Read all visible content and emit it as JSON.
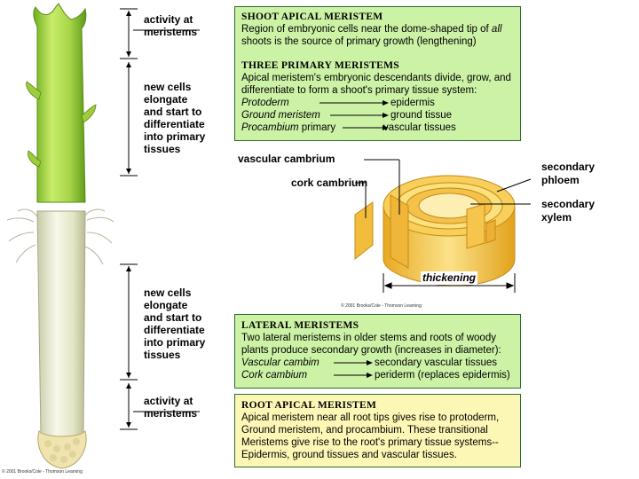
{
  "side_labels": {
    "shoot_activity": [
      "activity at",
      "meristems"
    ],
    "shoot_elongate": [
      "new cells",
      "elongate",
      "and start to",
      "differentiate",
      "into primary",
      "tissues"
    ],
    "root_elongate": [
      "new cells",
      "elongate",
      "and start to",
      "differentiate",
      "into primary",
      "tissues"
    ],
    "root_activity": [
      "activity at",
      "meristems"
    ]
  },
  "shoot_apical": {
    "title": "SHOOT APICAL MERISTEM",
    "text_before": "Region of embryonic cells near the dome-shaped tip of ",
    "text_em": "all",
    "text_after": " shoots is the source of primary growth (lengthening)"
  },
  "three_primary": {
    "title": "THREE PRIMARY MERISTEMS",
    "text": "Apical meristem's embryonic descendants divide, grow, and differentiate to form a shoot's primary tissue system:",
    "rows": [
      {
        "left": "Protoderm",
        "left_extra": "",
        "right": "epidermis"
      },
      {
        "left": "Ground meristem",
        "left_extra": "",
        "right": "ground tissue"
      },
      {
        "left": "Procambium",
        "left_extra": " primary",
        "right": "vascular tissues"
      }
    ]
  },
  "diagram_labels": {
    "vascular_cambrium": "vascular cambrium",
    "cork_cambrium": "cork cambrium",
    "secondary_phloem": [
      "secondary",
      "phloem"
    ],
    "secondary_xylem": [
      "secondary",
      "xylem"
    ],
    "thickening": "thickening"
  },
  "lateral": {
    "title": "LATERAL MERISTEMS",
    "text": "Two lateral meristems in older stems and roots of woody plants produce secondary growth (increases in diameter):",
    "rows": [
      {
        "left": "Vascular cambim",
        "right": "secondary vascular tissues"
      },
      {
        "left": "Cork cambium",
        "right": "periderm (replaces epidermis)"
      }
    ]
  },
  "root_apical": {
    "title": "ROOT APICAL MERISTEM",
    "text": "Apical meristem near all root tips gives rise to protoderm, Ground meristem, and procambium. These transitional Meristems give rise to the root's primary tissue systems-- Epidermis, ground tissues and vascular tissues."
  },
  "copyright": {
    "left": "© 2001 Brooks/Cole - Thomson Learning",
    "diagram": "© 2001 Brooks/Cole - Thomson Learning"
  },
  "colors": {
    "green_box": "#ccf2a6",
    "yellow_box": "#fdf7b6",
    "stem": "#a8d84a",
    "root": "#e6e8c8",
    "ring": "#f2c04a"
  }
}
